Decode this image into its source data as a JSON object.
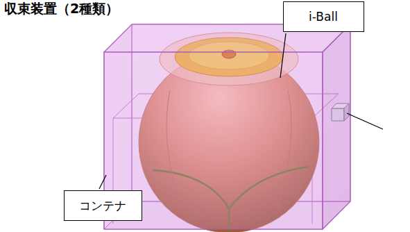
{
  "diagram": {
    "title": "収束装置（2種類）",
    "nodes": [
      {
        "text": [
          "i-Ball"
        ]
      },
      {
        "text": [
          "コンテナ"
        ]
      }
    ],
    "edges": []
  }
}
